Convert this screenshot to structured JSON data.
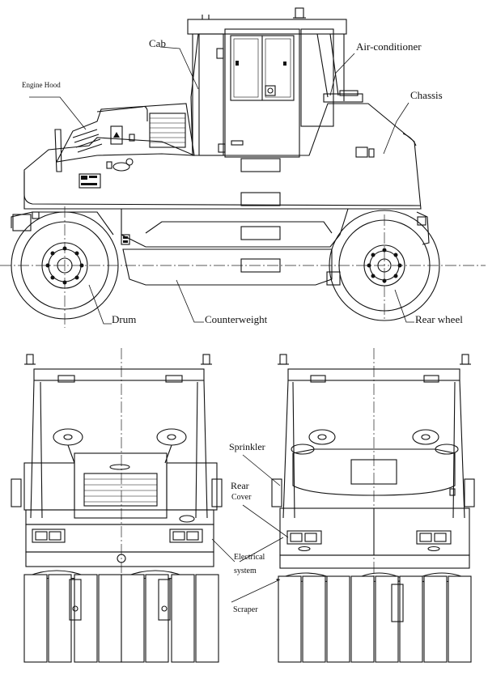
{
  "labels": {
    "engine_hood": "Engine Hood",
    "cab": "Cab",
    "air_conditioner": "Air-conditioner",
    "chassis": "Chassis",
    "drum": "Drum",
    "counterweight": "Counterweight",
    "rear_wheel": "Rear wheel",
    "sprinkler": "Sprinkler",
    "rear_cover_line1": "Rear",
    "rear_cover_line2": "Cover",
    "electrical_line1": "Electrical",
    "electrical_line2": "system",
    "scraper": "Scraper"
  }
}
